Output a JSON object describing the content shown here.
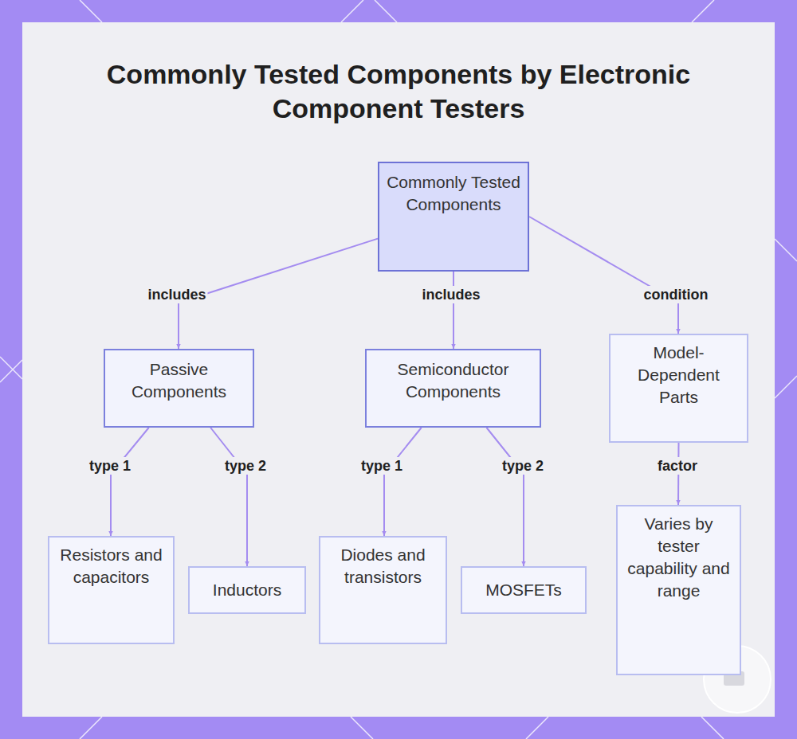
{
  "diagram": {
    "title": "Commonly Tested Components by Electronic Component Testers",
    "nodes": [
      {
        "text": [
          "Commonly Tested Components"
        ]
      },
      {
        "text": [
          "Passive Components"
        ]
      },
      {
        "text": [
          "Semiconductor Components"
        ]
      },
      {
        "text": [
          "Model-Dependent Parts"
        ]
      },
      {
        "text": [
          "Resistors and capacitors"
        ]
      },
      {
        "text": [
          "Inductors"
        ]
      },
      {
        "text": [
          "Diodes and transistors"
        ]
      },
      {
        "text": [
          "MOSFETs"
        ]
      },
      {
        "text": [
          "Varies by tester capability and range"
        ]
      }
    ],
    "edges": [
      {
        "from": 0,
        "to": 1,
        "label": "includes",
        "arrow": "to"
      },
      {
        "from": 0,
        "to": 2,
        "label": "includes",
        "arrow": "to"
      },
      {
        "from": 0,
        "to": 3,
        "label": "condition",
        "arrow": "to"
      },
      {
        "from": 1,
        "to": 4,
        "label": "type 1",
        "arrow": "to"
      },
      {
        "from": 1,
        "to": 5,
        "label": "type 2",
        "arrow": "to"
      },
      {
        "from": 2,
        "to": 6,
        "label": "type 1",
        "arrow": "to"
      },
      {
        "from": 2,
        "to": 7,
        "label": "type 2",
        "arrow": "to"
      },
      {
        "from": 3,
        "to": 8,
        "label": "factor",
        "arrow": "to"
      }
    ]
  }
}
